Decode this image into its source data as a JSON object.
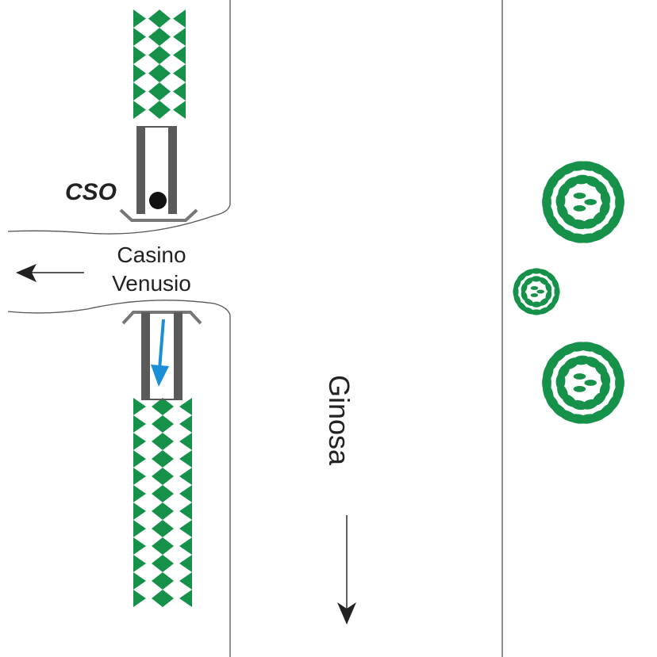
{
  "labels": {
    "cso": "CSO",
    "street_line1": "Casino",
    "street_line2": "Venusio",
    "main_road": "Ginosa"
  },
  "colors": {
    "background": "#ffffff",
    "road_edge": "#555555",
    "lane_bar": "#5a5a5a",
    "cycle_path_marks": "#15914a",
    "tree_foliage": "#15914a",
    "flow_arrow": "#1a8fd8",
    "direction_arrow": "#222222",
    "text": "#222222"
  },
  "icons": {
    "cycle_markers": "green-triangle-pattern",
    "trees": "tree-icon",
    "cso_point": "black-dot",
    "arrows": "arrow-icon"
  }
}
